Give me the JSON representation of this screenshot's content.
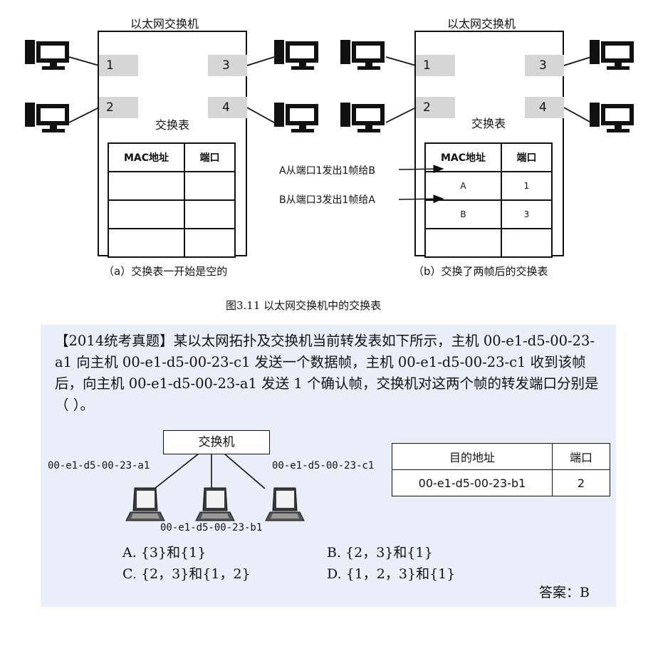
{
  "figure": {
    "switch_title": "以太网交换机",
    "table_title": "交换表",
    "col_mac": "MAC地址",
    "col_port": "端口",
    "ports": [
      "1",
      "2",
      "3",
      "4"
    ],
    "left": {
      "caption": "（a）交换表一开始是空的",
      "rows": [
        [
          "",
          ""
        ],
        [
          "",
          ""
        ],
        [
          "",
          ""
        ]
      ]
    },
    "right": {
      "caption": "（b）交换了两帧后的交换表",
      "rows": [
        [
          "A",
          "1"
        ],
        [
          "B",
          "3"
        ],
        [
          "",
          ""
        ]
      ],
      "annotation_1": "A从端口1发出1帧给B",
      "annotation_2": "B从端口3发出1帧给A"
    },
    "title": "图3.11 以太网交换机中的交换表"
  },
  "question": {
    "text": "【2014统考真题】某以太网拓扑及交换机当前转发表如下所示，主机 00-e1-d5-00-23-a1 向主机 00-e1-d5-00-23-c1 发送一个数据帧，主机 00-e1-d5-00-23-c1 收到该帧后，向主机 00-e1-d5-00-23-a1 发送 1 个确认帧，交换机对这两个帧的转发端口分别是（ ）。",
    "switch_label": "交换机",
    "host_a": "00-e1-d5-00-23-a1",
    "host_b": "00-e1-d5-00-23-b1",
    "host_c": "00-e1-d5-00-23-c1",
    "table": {
      "col_addr": "目的地址",
      "col_port": "端口",
      "rows": [
        [
          "00-e1-d5-00-23-b1",
          "2"
        ]
      ]
    },
    "options": {
      "A": "A. {3}和{1}",
      "B": "B. {2，3}和{1}",
      "C": "C. {2，3}和{1，2}",
      "D": "D. {1，2，3}和{1}"
    },
    "answer": "答案：B"
  }
}
